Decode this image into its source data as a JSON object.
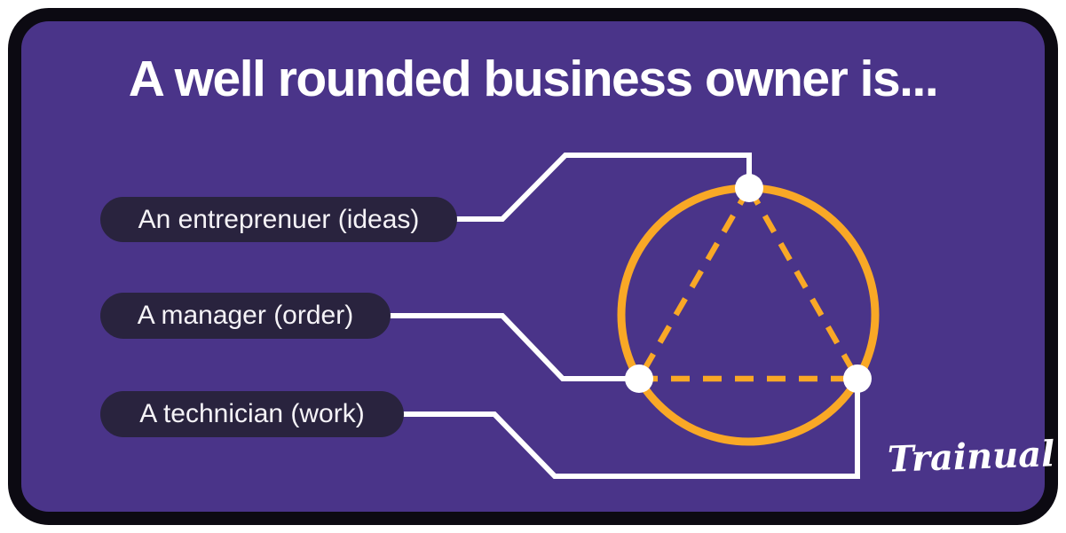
{
  "title": "A well rounded business owner is...",
  "pills": [
    {
      "id": "entrepreneur",
      "text": "An entreprenuer (ideas)"
    },
    {
      "id": "manager",
      "text": "A manager (order)"
    },
    {
      "id": "technician",
      "text": "A technician (work)"
    }
  ],
  "brand": "Trainual",
  "diagram": {
    "type": "circle-with-dashed-triangle",
    "nodes": [
      {
        "label": "An entreprenuer (ideas)",
        "position": "top"
      },
      {
        "label": "A manager (order)",
        "position": "bottom-left"
      },
      {
        "label": "A technician (work)",
        "position": "bottom-right"
      }
    ]
  },
  "colors": {
    "card_background": "#4a3489",
    "card_border": "#0c0a12",
    "pill_background": "#29233e",
    "accent_yellow": "#f9a826",
    "white": "#ffffff"
  }
}
